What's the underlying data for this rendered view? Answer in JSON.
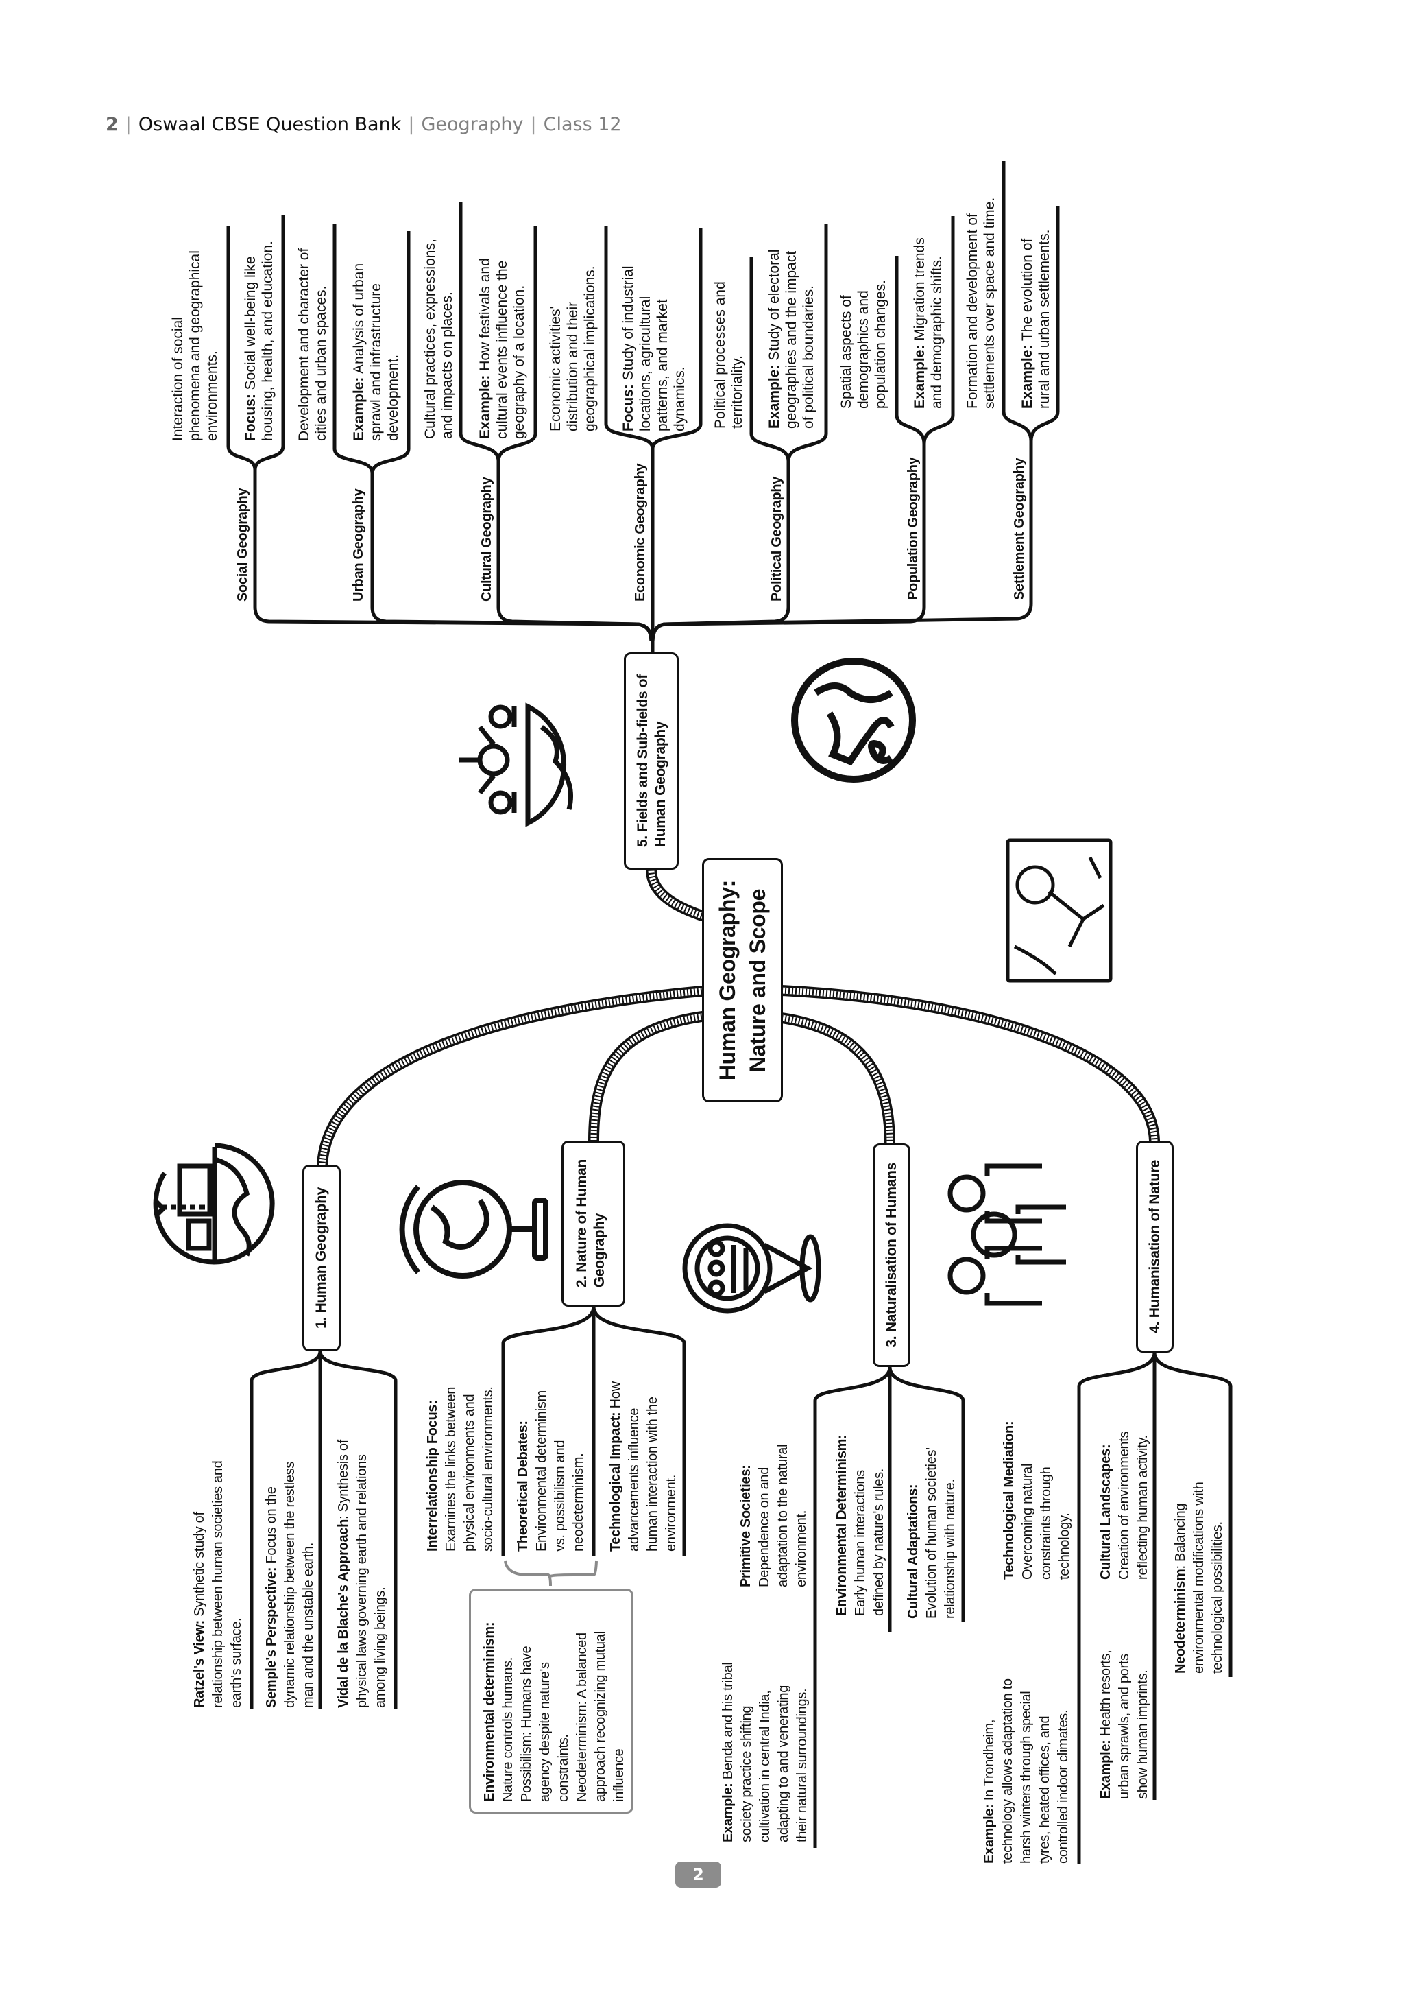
{
  "header": {
    "page": "2",
    "sep": "|",
    "book": "Oswaal CBSE Question Bank",
    "subject": "Geography",
    "class": "Class 12"
  },
  "page_badge": "2",
  "central": {
    "title": "Human Geography:\nNature and Scope"
  },
  "branches": [
    {
      "title": "1. Human Geography",
      "items": [
        {
          "label": "Ratzel's View:",
          "text": " Synthetic study of\nrelationship between human societies and\nearth's surface."
        },
        {
          "label": "Semple's Perspective:",
          "text": " Focus on the\ndynamic relationship between the restless\nman and the unstable earth."
        },
        {
          "label": "Vidal de la Blache's Approach",
          "text": ": Synthesis of\nphysical laws governing earth and relations\namong living beings."
        }
      ]
    },
    {
      "title": "2. Nature of Human\nGeography",
      "items": [
        {
          "label": "Interrelationship Focus:",
          "text": "\nExamines the links between\nphysical environments and\nsocio-cultural environments."
        },
        {
          "label": "Theoretical Debates:",
          "text": "\nEnvironmental determinism\nvs. possibilism and\nneodeterminism."
        },
        {
          "label": "Technological Impact:",
          "text": " How\nadvancements influence\nhuman interaction with the\nenvironment."
        }
      ]
    },
    {
      "title": "3. Naturalisation of Humans",
      "items": [
        {
          "label": "Primitive Societies:",
          "text": "\nDependence on and\nadaptation to the natural\nenvironment."
        },
        {
          "label": "Example:",
          "text": " Benda and his tribal\nsociety practice shifting\ncultivation in central India,\nadapting to and venerating\ntheir natural surroundings."
        },
        {
          "label": "Environmental Determinism:",
          "text": "\nEarly human interactions\ndefined by nature's rules."
        },
        {
          "label": "Cultural Adaptations:",
          "text": "\nEvolution of human societies'\nrelationship with nature."
        }
      ]
    },
    {
      "title": "4. Humanisation of Nature",
      "items": [
        {
          "label": "Technological Mediation:",
          "text": "\nOvercoming natural\nconstraints through\ntechnology."
        },
        {
          "label": "Example:",
          "text": " In Trondheim,\ntechnology allows adaptation to\nharsh winters through special\ntyres, heated offices, and\ncontrolled indoor climates."
        },
        {
          "label": "Cultural Landscapes:",
          "text": "\nCreation of environments\nreflecting human activity."
        },
        {
          "label": "Example:",
          "text": " Health resorts,\nurban sprawls, and ports\nshow human imprints."
        },
        {
          "label": "Neodeterminism",
          "text": ": Balancing\nenvironmental modifications with\ntechnological possibilities."
        }
      ]
    }
  ],
  "note_box": {
    "title": "Environmental determinism:",
    "text": "\nNature controls humans.\nPossibilism: Humans have\nagency despite nature's\nconstraints.\nNeodeterminism: A balanced\napproach recognizing mutual\ninfluence"
  },
  "subfields": {
    "title": "5. Fields and Sub-fields of\nHuman Geography",
    "fields": [
      {
        "name": "Social Geography",
        "desc": "Interaction of social\nphenomena and geographical\nenvironments.",
        "ex_label": "Focus:",
        "ex_text": " Social well-being like\nhousing, health, and education."
      },
      {
        "name": "Urban Geography",
        "desc": "Development and character of\ncities and urban spaces.",
        "ex_label": "Example:",
        "ex_text": " Analysis of urban\nsprawl and infrastructure\ndevelopment."
      },
      {
        "name": "Cultural Geography",
        "desc": "Cultural practices, expressions,\nand impacts on places.",
        "ex_label": "Example:",
        "ex_text": " How festivals and\ncultural events influence the\ngeography of a location."
      },
      {
        "name": "Economic Geography",
        "desc": "Economic activities'\ndistribution and their\ngeographical implications.",
        "ex_label": "Focus:",
        "ex_text": " Study of industrial\nlocations, agricultural\npatterns, and market\ndynamics."
      },
      {
        "name": "Political Geography",
        "desc": "Political processes and\nterritoriality.",
        "ex_label": "Example:",
        "ex_text": " Study of electoral\ngeographies and the impact\nof political boundaries."
      },
      {
        "name": "Population Geography",
        "desc": "Spatial aspects of\ndemographics and\npopulation changes.",
        "ex_label": "Example:",
        "ex_text": " Migration trends\nand demographic shifts."
      },
      {
        "name": "Settlement Geography",
        "desc": "Formation and development of\nsettlements over space and time.",
        "ex_label": "Example:",
        "ex_text": " The evolution of\nrural and urban settlements."
      }
    ]
  }
}
